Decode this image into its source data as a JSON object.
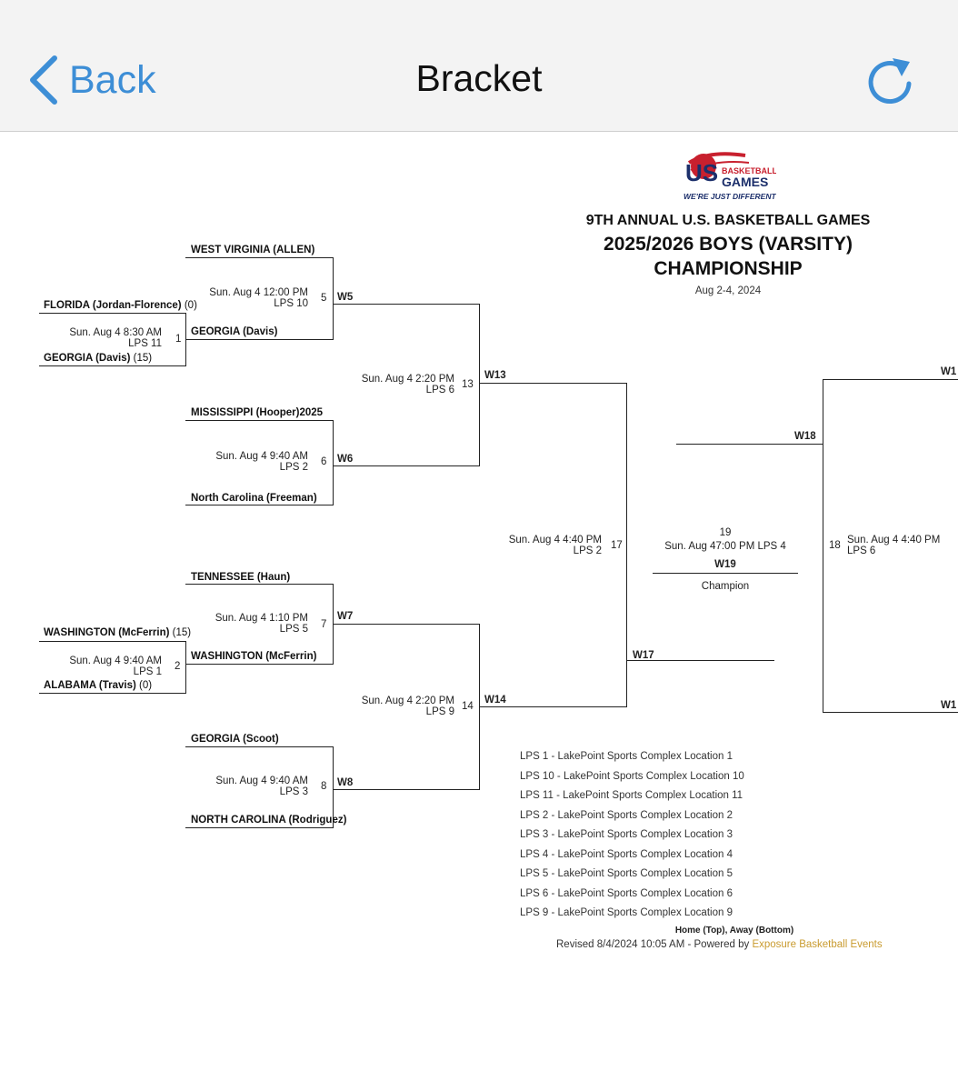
{
  "nav": {
    "back_label": "Back",
    "title": "Bracket"
  },
  "logo": {
    "line1": "BASKETBALL",
    "line2": "GAMES",
    "tagline": "WE'RE JUST DIFFERENT"
  },
  "header": {
    "line1": "9TH ANNUAL U.S. BASKETBALL GAMES",
    "line2": "2025/2026 BOYS (VARSITY)",
    "line3": "CHAMPIONSHIP",
    "dates": "Aug 2-4, 2024"
  },
  "games": {
    "g1": {
      "home": "FLORIDA (Jordan-Florence)",
      "home_score": "(0)",
      "away": "GEORGIA (Davis)",
      "away_score": "(15)",
      "time": "Sun. Aug 4 8:30 AM",
      "loc": "LPS 11",
      "num": "1"
    },
    "g2": {
      "home": "WASHINGTON (McFerrin)",
      "home_score": "(15)",
      "away": "ALABAMA (Travis)",
      "away_score": "(0)",
      "time": "Sun. Aug 4 9:40 AM",
      "loc": "LPS 1",
      "num": "2"
    },
    "g5": {
      "home": "WEST VIRGINIA (ALLEN)",
      "away": "GEORGIA (Davis)",
      "time": "Sun. Aug 4 12:00 PM",
      "loc": "LPS 10",
      "num": "5",
      "winner": "W5"
    },
    "g6": {
      "home": "MISSISSIPPI (Hooper)2025",
      "away": "North Carolina (Freeman)",
      "time": "Sun. Aug 4 9:40 AM",
      "loc": "LPS 2",
      "num": "6",
      "winner": "W6"
    },
    "g7": {
      "home": "TENNESSEE (Haun)",
      "away": "WASHINGTON (McFerrin)",
      "time": "Sun. Aug 4 1:10 PM",
      "loc": "LPS 5",
      "num": "7",
      "winner": "W7"
    },
    "g8": {
      "home": "GEORGIA (Scoot)",
      "away": "NORTH CAROLINA (Rodriguez)",
      "time": "Sun. Aug 4 9:40 AM",
      "loc": "LPS 3",
      "num": "8",
      "winner": "W8"
    },
    "g13": {
      "time": "Sun. Aug 4 2:20 PM",
      "loc": "LPS 6",
      "num": "13",
      "winner": "W13"
    },
    "g14": {
      "time": "Sun. Aug 4 2:20 PM",
      "loc": "LPS 9",
      "num": "14",
      "winner": "W14"
    },
    "g17": {
      "time": "Sun. Aug 4 4:40 PM",
      "loc": "LPS 2",
      "num": "17",
      "winner": "W17"
    },
    "g18": {
      "time": "Sun. Aug 4 4:40 PM",
      "loc": "LPS 6",
      "num": "18",
      "winner": "W18",
      "top": "W1",
      "bottom": "W1"
    },
    "g19": {
      "num": "19",
      "time": "Sun. Aug 47:00 PM LPS 4",
      "winner": "W19",
      "label": "Champion"
    }
  },
  "legend": [
    "LPS 1 - LakePoint Sports Complex Location 1",
    "LPS 10 - LakePoint Sports Complex Location 10",
    "LPS 11 - LakePoint Sports Complex Location 11",
    "LPS 2 - LakePoint Sports Complex Location 2",
    "LPS 3 - LakePoint Sports Complex Location 3",
    "LPS 4 - LakePoint Sports Complex Location 4",
    "LPS 5 - LakePoint Sports Complex Location 5",
    "LPS 6 - LakePoint Sports Complex Location 6",
    "LPS 9 - LakePoint Sports Complex Location 9"
  ],
  "footer": {
    "home_away": "Home (Top), Away (Bottom)",
    "revised": "Revised 8/4/2024 10:05 AM - Powered by ",
    "powered_link": "Exposure Basketball Events"
  },
  "colors": {
    "accent": "#3d8ed6",
    "powered": "#c99b2f",
    "logo_red": "#c8202e",
    "logo_navy": "#1c2f6b"
  }
}
